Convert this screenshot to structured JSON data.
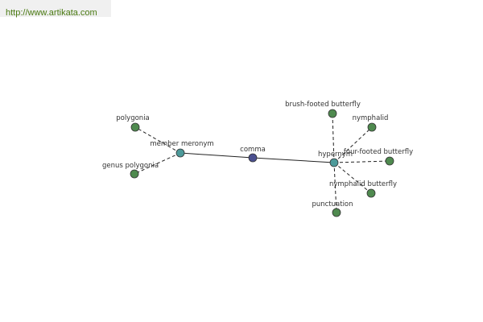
{
  "header": {
    "url": "http://www.artikata.com"
  },
  "colors": {
    "leaf_node": "#4f8a4f",
    "relation_node": "#4d9a9a",
    "center_node": "#4a4f8f",
    "edge": "#222222",
    "url_text": "#4a7a12"
  },
  "graph": {
    "center": {
      "id": "comma",
      "label": "comma"
    },
    "relations": [
      {
        "id": "member-meronym",
        "label": "member meronym"
      },
      {
        "id": "hypernym",
        "label": "hypernym"
      }
    ],
    "leaves": [
      {
        "id": "polygonia",
        "label": "polygonia",
        "relation": "member-meronym"
      },
      {
        "id": "genus-polygonia",
        "label": "genus polygonia",
        "relation": "member-meronym"
      },
      {
        "id": "brush-footed-butterfly",
        "label": "brush-footed butterfly",
        "relation": "hypernym"
      },
      {
        "id": "nymphalid",
        "label": "nymphalid",
        "relation": "hypernym"
      },
      {
        "id": "four-footed-butterfly",
        "label": "four-footed butterfly",
        "relation": "hypernym"
      },
      {
        "id": "nymphalid-butterfly",
        "label": "nymphalid butterfly",
        "relation": "hypernym"
      },
      {
        "id": "punctuation",
        "label": "punctuation",
        "relation": "hypernym"
      }
    ]
  }
}
